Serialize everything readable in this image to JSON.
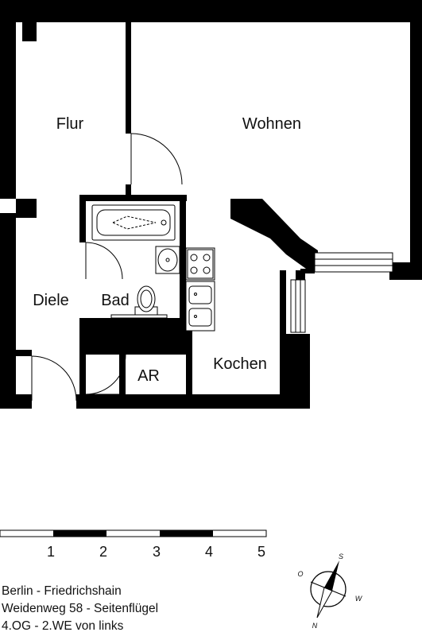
{
  "plan": {
    "rooms": [
      {
        "id": "flur",
        "label": "Flur"
      },
      {
        "id": "wohnen",
        "label": "Wohnen"
      },
      {
        "id": "diele",
        "label": "Diele"
      },
      {
        "id": "bad",
        "label": "Bad"
      },
      {
        "id": "ar",
        "label": "AR"
      },
      {
        "id": "kochen",
        "label": "Kochen"
      }
    ],
    "colors": {
      "wall": "#000000",
      "background": "#ffffff",
      "fixture_fill": "#e6e6e6"
    }
  },
  "scale_bar": {
    "ticks": [
      "1",
      "2",
      "3",
      "4",
      "5"
    ]
  },
  "compass": {
    "letters": {
      "north": "N",
      "south": "S",
      "west": "W",
      "east": "O"
    },
    "icon": "compass-rose-icon"
  },
  "caption": {
    "line1": "Berlin - Friedrichshain",
    "line2": "Weidenweg 58 - Seitenflügel",
    "line3": "4.OG - 2.WE von links"
  }
}
